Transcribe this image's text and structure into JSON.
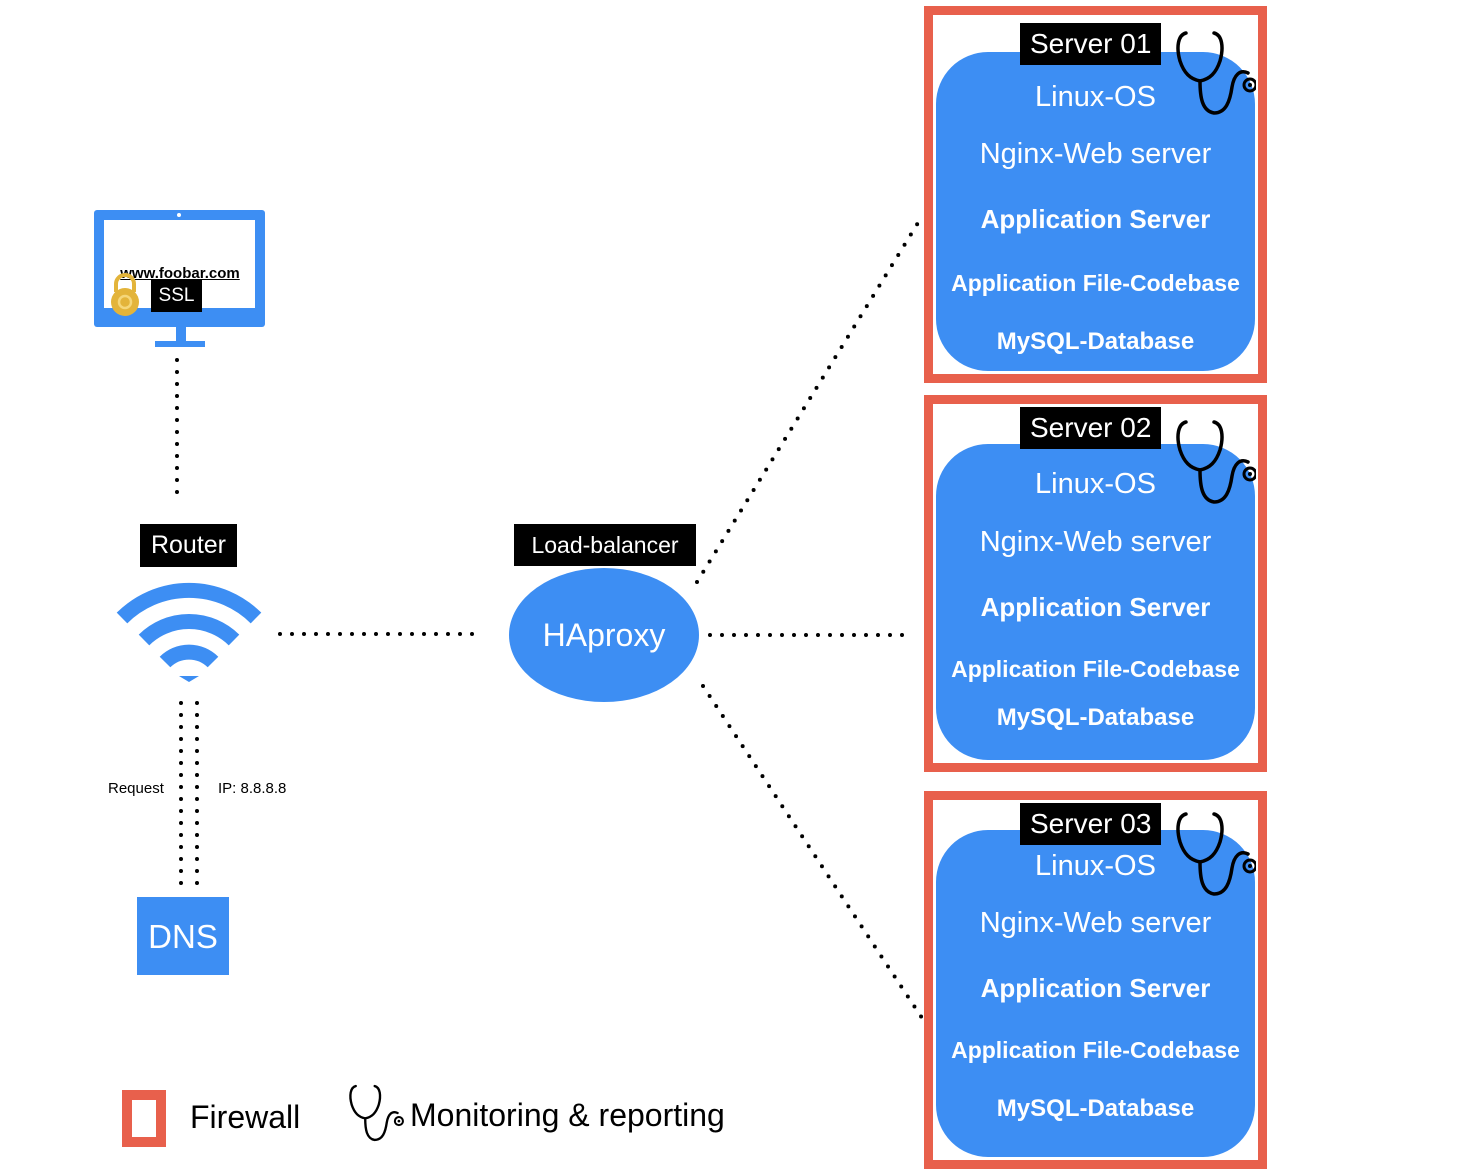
{
  "client": {
    "url": "www.foobar.com",
    "ssl_label": "SSL",
    "icons": [
      "monitor-icon",
      "lock-icon"
    ]
  },
  "router": {
    "label": "Router",
    "icon": "wifi-icon"
  },
  "dns": {
    "label": "DNS",
    "request_label": "Request",
    "ip_label": "IP: 8.8.8.8"
  },
  "load_balancer": {
    "label": "Load-balancer",
    "name": "HAproxy"
  },
  "servers": [
    {
      "title": "Server 01",
      "stack": [
        "Linux-OS",
        "Nginx-Web server",
        "Application Server",
        "Application File-Codebase",
        "MySQL-Database"
      ]
    },
    {
      "title": "Server 02",
      "stack": [
        "Linux-OS",
        "Nginx-Web server",
        "Application Server",
        "Application File-Codebase",
        "MySQL-Database"
      ]
    },
    {
      "title": "Server  03",
      "stack": [
        "Linux-OS",
        "Nginx-Web server",
        "Application Server",
        "Application File-Codebase",
        "MySQL-Database"
      ]
    }
  ],
  "legend": {
    "firewall_label": "Firewall",
    "monitoring_label": "Monitoring & reporting"
  },
  "colors": {
    "node_blue": "#3d8ef3",
    "firewall_red": "#e8604c",
    "label_black": "#000000",
    "lock_gold": "#e3b43a"
  }
}
